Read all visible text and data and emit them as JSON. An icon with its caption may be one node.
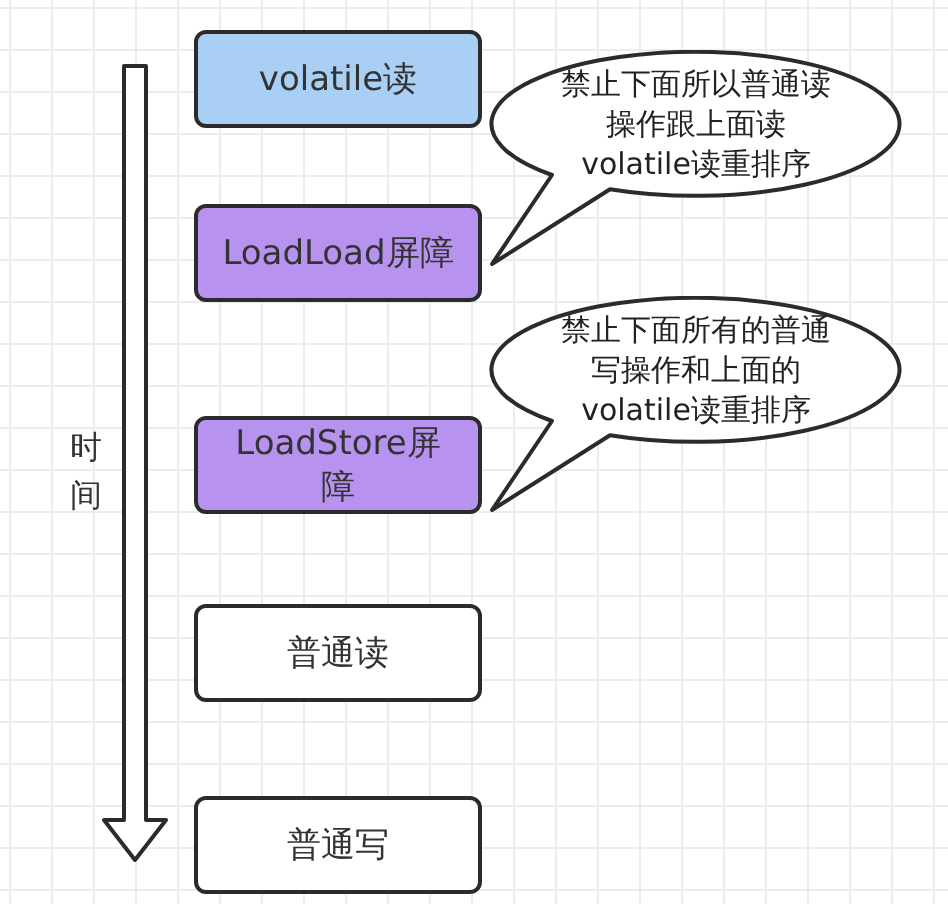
{
  "diagram": {
    "nodes": [
      {
        "text": [
          "volatile读"
        ]
      },
      {
        "text": [
          "LoadLoad屏障"
        ]
      },
      {
        "text": [
          "禁止下面所以普通读操作跟上面读volatile读重排序"
        ]
      },
      {
        "text": [
          "LoadStore屏障"
        ]
      },
      {
        "text": [
          "禁止下面所有的普通写操作和上面的volatile读重排序"
        ]
      },
      {
        "text": [
          "普通读"
        ]
      },
      {
        "text": [
          "普通写"
        ]
      }
    ],
    "labels": [
      "时间"
    ]
  }
}
